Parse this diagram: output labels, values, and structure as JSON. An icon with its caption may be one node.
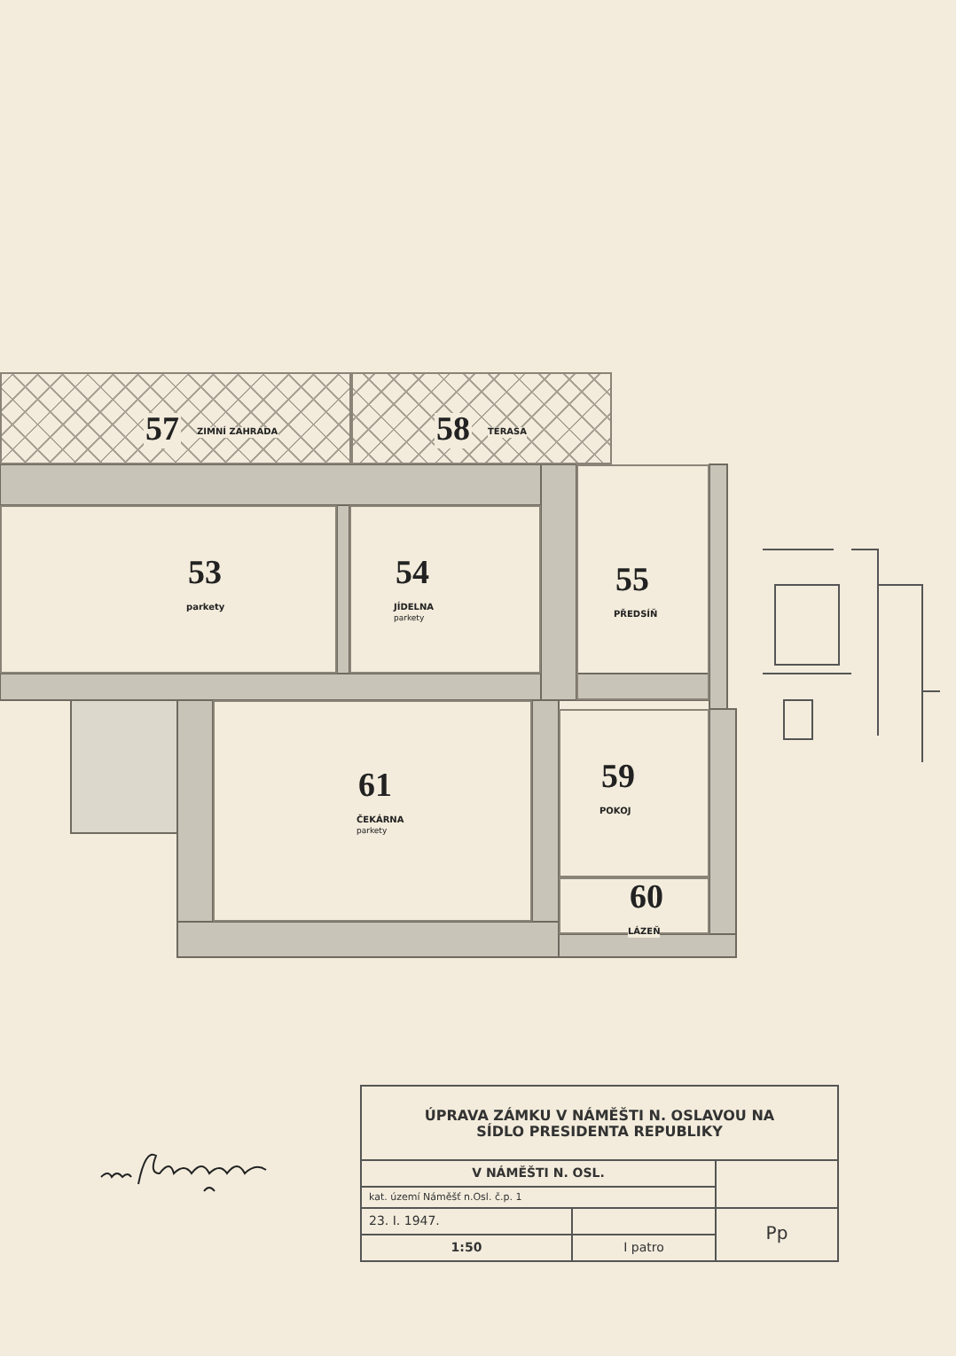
{
  "diagram": {
    "nodes": [
      {
        "text": [
          "57",
          "ZIMNÍ ZAHRADA"
        ]
      },
      {
        "text": [
          "58",
          "TERASA"
        ]
      },
      {
        "text": [
          "53",
          "parkety"
        ]
      },
      {
        "text": [
          "54",
          "JÍDELNA",
          "parkety"
        ]
      },
      {
        "text": [
          "55",
          "PŘEDSÍŇ"
        ]
      },
      {
        "text": [
          "61",
          "ČEKÁRNA",
          "parkety"
        ]
      },
      {
        "text": [
          "59",
          "POKOJ"
        ]
      },
      {
        "text": [
          "60",
          "LÁZEŇ"
        ]
      }
    ],
    "labels": [
      "ÚPRAVA ZÁMKU V NÁMĚŠTI N. OSLAVOU NA SÍDLO PRESIDENTA REPUBLIKY",
      "V NÁMĚŠTI N. OSL.",
      "kat. území Náměšť n.Osl. č.p. 1",
      "23. I. 1947.",
      "1:50",
      "I patro",
      "Pp"
    ]
  }
}
